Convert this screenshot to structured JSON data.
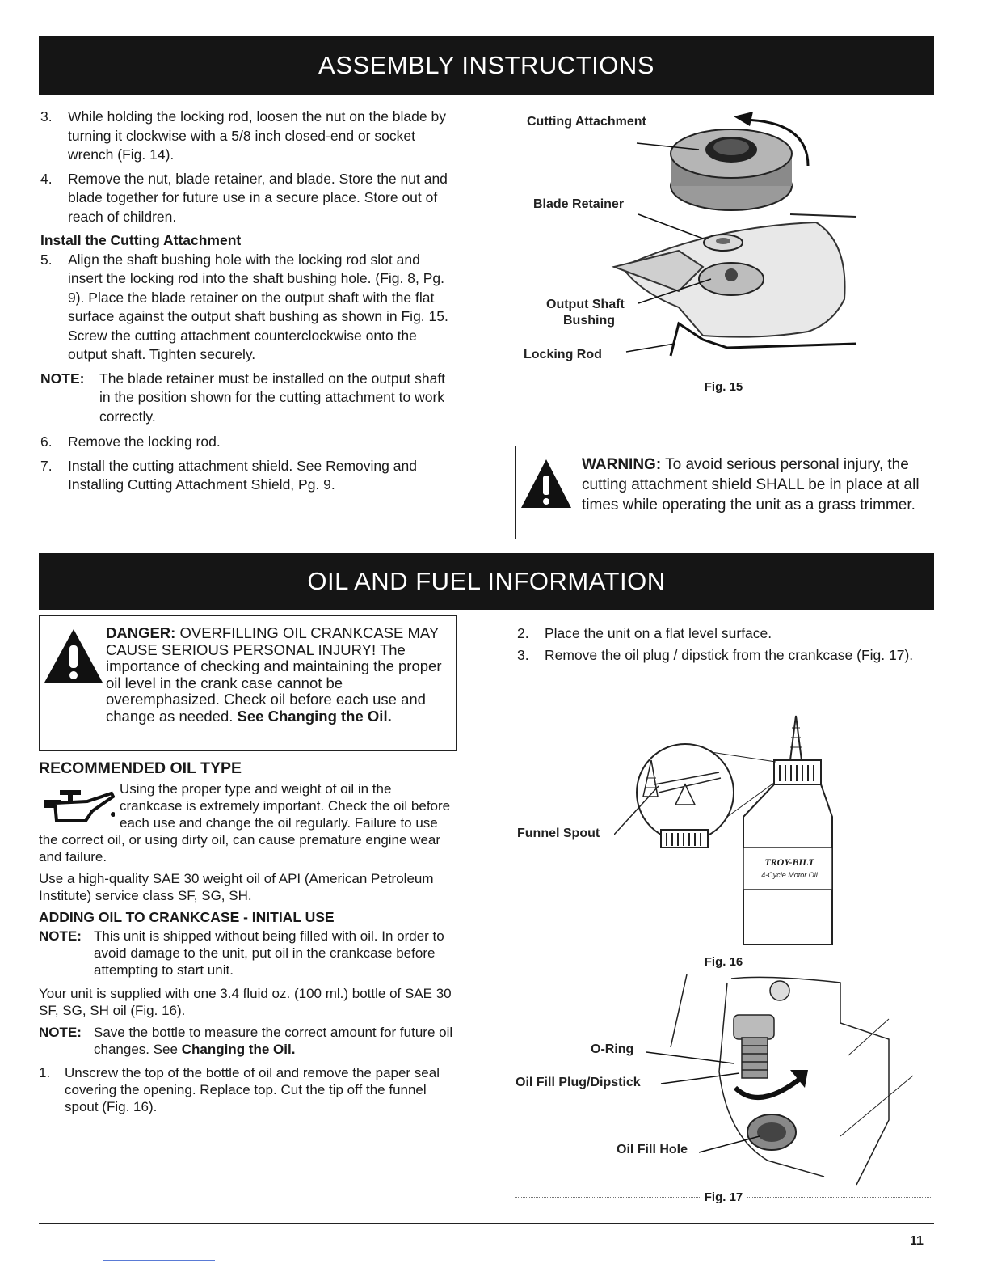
{
  "header1": "ASSEMBLY INSTRUCTIONS",
  "header2": "OIL AND FUEL INFORMATION",
  "assembly": {
    "step3_num": "3.",
    "step3": "While holding the locking rod, loosen the nut on the blade by turning it clockwise with a 5/8 inch closed-end or socket wrench (Fig. 14).",
    "step4_num": "4.",
    "step4": "Remove the nut, blade retainer, and blade. Store the nut and blade together for future use in a secure place. Store out of reach of children.",
    "install_heading": "Install the Cutting Attachment",
    "step5_num": "5.",
    "step5": "Align the shaft bushing hole with the locking rod slot and insert the locking rod into the shaft bushing hole. (Fig. 8, Pg. 9). Place the blade retainer on the output shaft with the flat surface against the output shaft bushing as shown in Fig. 15. Screw the cutting attachment counterclockwise onto the output shaft. Tighten securely.",
    "note_label": "NOTE:",
    "note": "The blade retainer must be installed on the output shaft in the position shown for the cutting attachment to work correctly.",
    "step6_num": "6.",
    "step6": "Remove the locking rod.",
    "step7_num": "7.",
    "step7": "Install the cutting attachment shield. See Removing and Installing Cutting Attachment Shield, Pg. 9."
  },
  "fig15": {
    "caption": "Fig. 15",
    "cutting_attachment": "Cutting Attachment",
    "blade_retainer": "Blade Retainer",
    "output_shaft": "Output Shaft",
    "bushing": "Bushing",
    "locking_rod": "Locking Rod"
  },
  "warning": {
    "label": "WARNING:",
    "text": "To avoid serious personal injury, the cutting attachment shield SHALL be in place at all times while operating the unit as a grass trimmer."
  },
  "danger": {
    "label": "DANGER:",
    "line1": "OVERFILLING OIL CRANKCASE MAY CAUSE SERIOUS PERSONAL INJURY!",
    "text": "The importance of checking and maintaining the proper oil level in the crank case cannot be overemphasized. Check oil before each use and change as needed.",
    "bold_ref": "See Changing the Oil."
  },
  "oil": {
    "recommended_heading": "RECOMMENDED OIL TYPE",
    "recommended_text": "Using the proper type and weight of oil in the crankcase is extremely important. Check the oil before each use and change the oil regularly. Failure to use the correct oil, or using dirty oil, can cause premature engine wear and failure.",
    "sae_text": "Use a high-quality SAE 30 weight oil of API (American Petroleum Institute) service class SF, SG, SH.",
    "adding_heading": "ADDING OIL TO CRANKCASE - INITIAL USE",
    "note1_label": "NOTE:",
    "note1": "This unit is shipped without being filled with oil. In order to avoid damage to the unit, put oil in the crankcase before attempting to start unit.",
    "supplied_text": "Your unit is supplied with one 3.4 fluid oz. (100 ml.) bottle of SAE 30 SF, SG, SH oil (Fig. 16).",
    "note2_label": "NOTE:",
    "note2": "Save the bottle to measure the correct amount for future oil changes. See",
    "note2_bold": "Changing the Oil.",
    "step1_num": "1.",
    "step1": "Unscrew the top of the bottle of oil and remove the paper seal covering the opening. Replace top. Cut the tip off the funnel spout (Fig. 16).",
    "step2_num": "2.",
    "step2": "Place the unit on a flat level surface.",
    "step3_num": "3.",
    "step3": "Remove the oil plug / dipstick from the crankcase (Fig. 17)."
  },
  "fig16": {
    "caption": "Fig. 16",
    "funnel_spout": "Funnel Spout",
    "brand": "TROY-BILT",
    "product": "4-Cycle Motor Oil"
  },
  "fig17": {
    "caption": "Fig. 17",
    "o_ring": "O-Ring",
    "plug": "Oil Fill Plug/Dipstick",
    "hole": "Oil Fill Hole"
  },
  "page_number": "11"
}
